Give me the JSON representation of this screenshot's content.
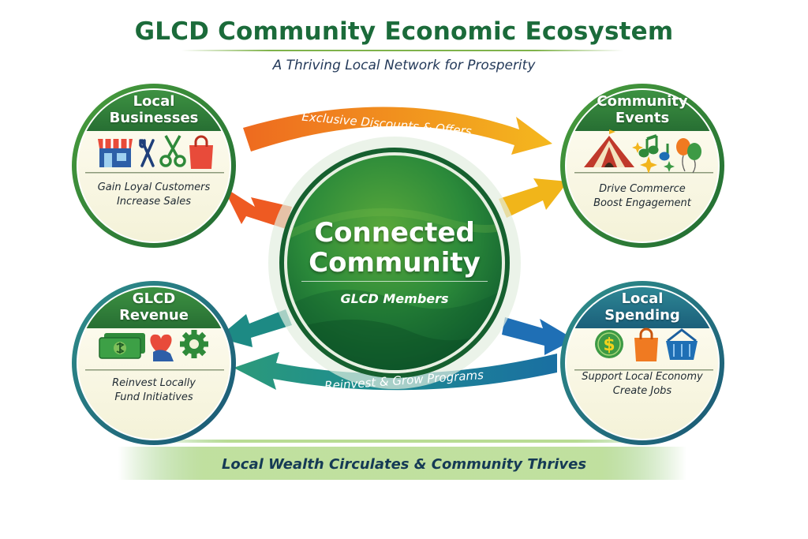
{
  "title": "GLCD Community Economic Ecosystem",
  "subtitle": "A Thriving Local Network for Prosperity",
  "center": {
    "title_line1": "Connected",
    "title_line2": "Community",
    "subtitle": "GLCD Members"
  },
  "nodes": {
    "local_businesses": {
      "title_line1": "Local",
      "title_line2": "Businesses",
      "line1": "Gain Loyal Customers",
      "line2": "Increase Sales",
      "icons": [
        "storefront-icon",
        "utensils-icon",
        "scissors-icon",
        "shopping-bag-icon"
      ]
    },
    "community_events": {
      "title_line1": "Community",
      "title_line2": "Events",
      "line1": "Drive Commerce",
      "line2": "Boost Engagement",
      "icons": [
        "circus-tent-icon",
        "sparkle-icon",
        "music-notes-icon",
        "balloons-icon"
      ]
    },
    "glcd_revenue": {
      "title_line1": "GLCD",
      "title_line2": "Revenue",
      "line1": "Reinvest Locally",
      "line2": "Fund Initiatives",
      "icons": [
        "cash-icon",
        "heart-hand-icon",
        "gear-icon"
      ]
    },
    "local_spending": {
      "title_line1": "Local",
      "title_line2": "Spending",
      "line1": "Support Local Economy",
      "line2": "Create Jobs",
      "icons": [
        "dollar-coin-icon",
        "shopping-bag-icon",
        "shopping-basket-icon"
      ]
    }
  },
  "arrows": {
    "top": "Exclusive Discounts & Offers",
    "bottom": "Reinvest & Grow Programs"
  },
  "footer": "Local Wealth Circulates & Community Thrives",
  "colors": {
    "title_green": "#1b6b3a",
    "node_green": "#2f7d3b",
    "node_teal": "#1c6e80",
    "arrow_orange": "#f07a21",
    "arrow_yellow": "#f2b51d",
    "arrow_teal": "#1b8ba0",
    "arrow_blue": "#1f6fb5"
  }
}
